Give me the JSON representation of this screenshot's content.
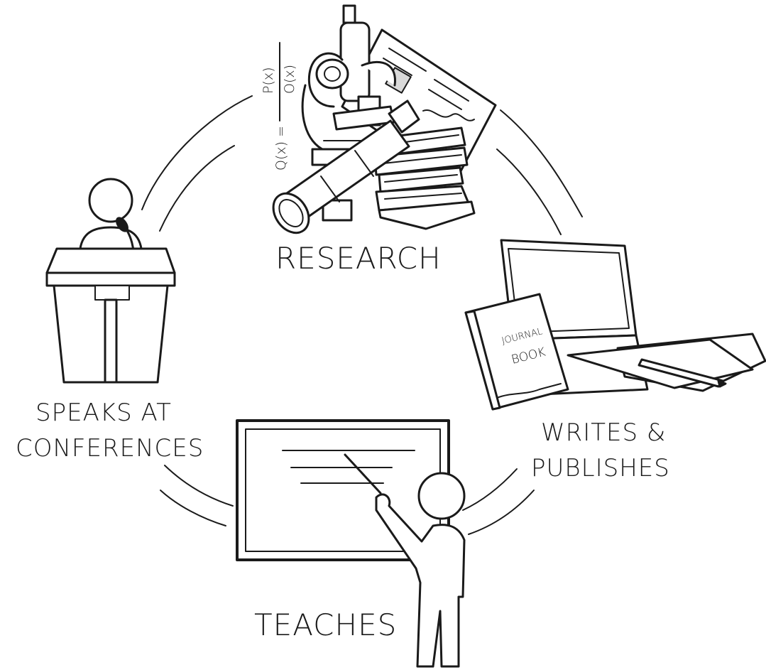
{
  "labels": {
    "research": "RESEARCH",
    "writes_line1": "WRITES &",
    "writes_line2": "PUBLISHES",
    "teaches": "TEACHES",
    "speaks_line1": "SPEAKS AT",
    "speaks_line2": "CONFERENCES"
  },
  "book": {
    "line1": "JOURNAL",
    "line2": "BOOK"
  },
  "formula": {
    "lhs": "Q(x) =",
    "numerator": "P(x)",
    "denominator": "O(x)"
  },
  "icons": [
    "microscope",
    "telescope",
    "books",
    "paper",
    "laptop",
    "journal-book",
    "pen",
    "blackboard",
    "teacher",
    "podium",
    "speaker",
    "microphone"
  ]
}
